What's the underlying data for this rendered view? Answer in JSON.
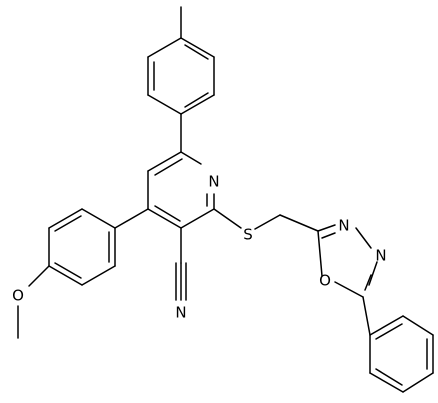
{
  "structure": {
    "atom_labels": {
      "pyridine_n": "N",
      "thioether_s": "S",
      "oxadiazole_n3": "N",
      "oxadiazole_n4": "N",
      "oxadiazole_o1": "O",
      "methoxy_o": "O",
      "nitrile_n": "N"
    },
    "colors": {
      "bond": "#000000",
      "label": "#000000",
      "background": "#ffffff"
    }
  }
}
